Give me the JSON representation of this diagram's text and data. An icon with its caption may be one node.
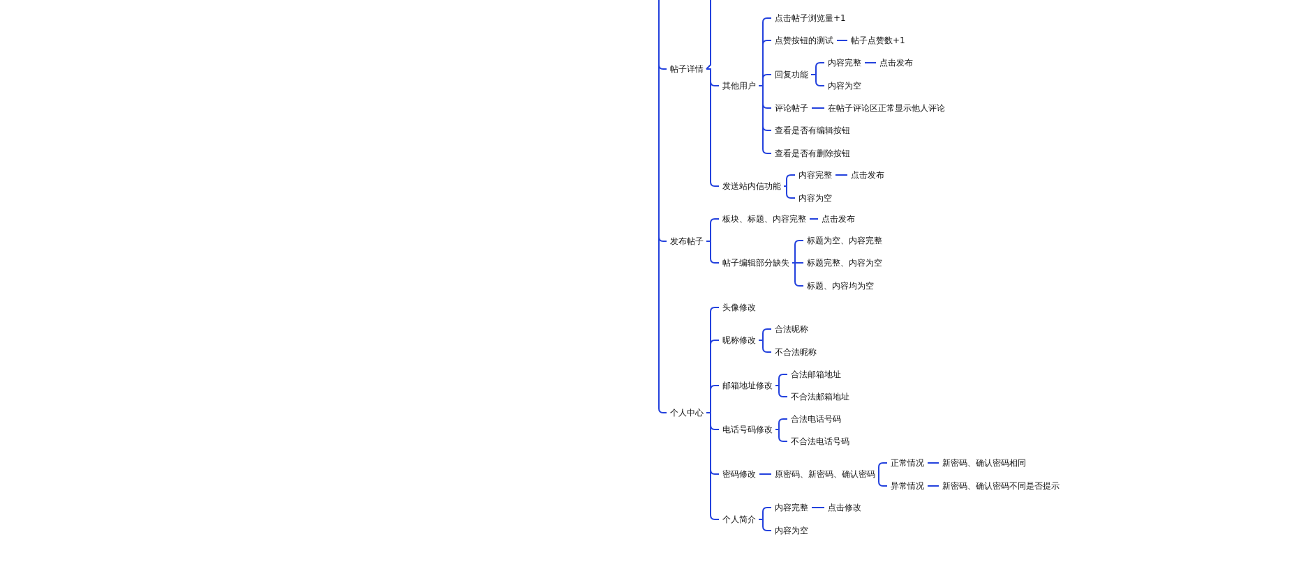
{
  "diagram": {
    "nodes": [
      {
        "text": [
          "帖子详情"
        ]
      },
      {
        "text": [
          "其他用户"
        ]
      },
      {
        "text": [
          "点击帖子浏览量+1"
        ]
      },
      {
        "text": [
          "点赞按钮的测试"
        ]
      },
      {
        "text": [
          "帖子点赞数+1"
        ]
      },
      {
        "text": [
          "回复功能"
        ]
      },
      {
        "text": [
          "内容完整"
        ]
      },
      {
        "text": [
          "点击发布"
        ]
      },
      {
        "text": [
          "内容为空"
        ]
      },
      {
        "text": [
          "评论帖子"
        ]
      },
      {
        "text": [
          "在帖子评论区正常显示他人评论"
        ]
      },
      {
        "text": [
          "查看是否有编辑按钮"
        ]
      },
      {
        "text": [
          "查看是否有删除按钮"
        ]
      },
      {
        "text": [
          "发送站内信功能"
        ]
      },
      {
        "text": [
          "内容完整"
        ]
      },
      {
        "text": [
          "点击发布"
        ]
      },
      {
        "text": [
          "内容为空"
        ]
      },
      {
        "text": [
          "发布帖子"
        ]
      },
      {
        "text": [
          "板块、标题、内容完整"
        ]
      },
      {
        "text": [
          "点击发布"
        ]
      },
      {
        "text": [
          "帖子编辑部分缺失"
        ]
      },
      {
        "text": [
          "标题为空、内容完整"
        ]
      },
      {
        "text": [
          "标题完整、内容为空"
        ]
      },
      {
        "text": [
          "标题、内容均为空"
        ]
      },
      {
        "text": [
          "个人中心"
        ]
      },
      {
        "text": [
          "头像修改"
        ]
      },
      {
        "text": [
          "昵称修改"
        ]
      },
      {
        "text": [
          "合法昵称"
        ]
      },
      {
        "text": [
          "不合法昵称"
        ]
      },
      {
        "text": [
          "邮箱地址修改"
        ]
      },
      {
        "text": [
          "合法邮箱地址"
        ]
      },
      {
        "text": [
          "不合法邮箱地址"
        ]
      },
      {
        "text": [
          "电话号码修改"
        ]
      },
      {
        "text": [
          "合法电话号码"
        ]
      },
      {
        "text": [
          "不合法电话号码"
        ]
      },
      {
        "text": [
          "密码修改"
        ]
      },
      {
        "text": [
          "原密码、新密码、确认密码"
        ]
      },
      {
        "text": [
          "正常情况"
        ]
      },
      {
        "text": [
          "新密码、确认密码相同"
        ]
      },
      {
        "text": [
          "异常情况"
        ]
      },
      {
        "text": [
          "新密码、确认密码不同是否提示"
        ]
      },
      {
        "text": [
          "个人简介"
        ]
      },
      {
        "text": [
          "内容完整"
        ]
      },
      {
        "text": [
          "点击修改"
        ]
      },
      {
        "text": [
          "内容为空"
        ]
      }
    ],
    "edges": [
      {
        "from": null,
        "to": 0,
        "arrow": "none"
      },
      {
        "from": null,
        "to": 17,
        "arrow": "none"
      },
      {
        "from": null,
        "to": 24,
        "arrow": "none"
      },
      {
        "from": 0,
        "to": null,
        "arrow": "none"
      },
      {
        "from": 0,
        "to": 1,
        "arrow": "none"
      },
      {
        "from": 1,
        "to": 2,
        "arrow": "none"
      },
      {
        "from": 1,
        "to": 3,
        "arrow": "none"
      },
      {
        "from": 3,
        "to": 4,
        "arrow": "none"
      },
      {
        "from": 1,
        "to": 5,
        "arrow": "none"
      },
      {
        "from": 5,
        "to": 6,
        "arrow": "none"
      },
      {
        "from": 6,
        "to": 7,
        "arrow": "none"
      },
      {
        "from": 5,
        "to": 8,
        "arrow": "none"
      },
      {
        "from": 1,
        "to": 9,
        "arrow": "none"
      },
      {
        "from": 9,
        "to": 10,
        "arrow": "none"
      },
      {
        "from": 1,
        "to": 11,
        "arrow": "none"
      },
      {
        "from": 1,
        "to": 12,
        "arrow": "none"
      },
      {
        "from": 0,
        "to": 13,
        "arrow": "none"
      },
      {
        "from": 13,
        "to": 14,
        "arrow": "none"
      },
      {
        "from": 14,
        "to": 15,
        "arrow": "none"
      },
      {
        "from": 13,
        "to": 16,
        "arrow": "none"
      },
      {
        "from": 17,
        "to": 18,
        "arrow": "none"
      },
      {
        "from": 18,
        "to": 19,
        "arrow": "none"
      },
      {
        "from": 17,
        "to": 20,
        "arrow": "none"
      },
      {
        "from": 20,
        "to": 21,
        "arrow": "none"
      },
      {
        "from": 20,
        "to": 22,
        "arrow": "none"
      },
      {
        "from": 20,
        "to": 23,
        "arrow": "none"
      },
      {
        "from": 24,
        "to": 25,
        "arrow": "none"
      },
      {
        "from": 24,
        "to": 26,
        "arrow": "none"
      },
      {
        "from": 26,
        "to": 27,
        "arrow": "none"
      },
      {
        "from": 26,
        "to": 28,
        "arrow": "none"
      },
      {
        "from": 24,
        "to": 29,
        "arrow": "none"
      },
      {
        "from": 29,
        "to": 30,
        "arrow": "none"
      },
      {
        "from": 29,
        "to": 31,
        "arrow": "none"
      },
      {
        "from": 24,
        "to": 32,
        "arrow": "none"
      },
      {
        "from": 32,
        "to": 33,
        "arrow": "none"
      },
      {
        "from": 32,
        "to": 34,
        "arrow": "none"
      },
      {
        "from": 24,
        "to": 35,
        "arrow": "none"
      },
      {
        "from": 35,
        "to": 36,
        "arrow": "none"
      },
      {
        "from": 36,
        "to": 37,
        "arrow": "none"
      },
      {
        "from": 37,
        "to": 38,
        "arrow": "none"
      },
      {
        "from": 36,
        "to": 39,
        "arrow": "none"
      },
      {
        "from": 39,
        "to": 40,
        "arrow": "none"
      },
      {
        "from": 24,
        "to": 41,
        "arrow": "none"
      },
      {
        "from": 41,
        "to": 42,
        "arrow": "none"
      },
      {
        "from": 42,
        "to": 43,
        "arrow": "none"
      },
      {
        "from": 41,
        "to": 44,
        "arrow": "none"
      }
    ]
  }
}
